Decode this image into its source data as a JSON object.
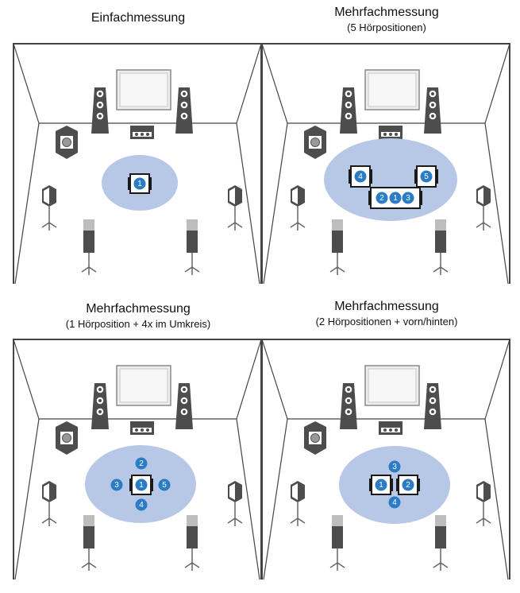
{
  "panels": [
    {
      "title": "Einfachmessung",
      "subtitle": "",
      "marks": [
        "1"
      ]
    },
    {
      "title": "Mehrfachmessung",
      "subtitle": "(5 Hörpositionen)",
      "marks": [
        "1",
        "2",
        "3",
        "4",
        "5"
      ]
    },
    {
      "title": "Mehrfachmessung",
      "subtitle": "(1 Hörposition + 4x im Umkreis)",
      "marks": [
        "1",
        "2",
        "3",
        "4",
        "5"
      ]
    },
    {
      "title": "Mehrfachmessung",
      "subtitle": "(2 Hörpositionen + vorn/hinten)",
      "marks": [
        "1",
        "2",
        "3",
        "4"
      ]
    }
  ],
  "colors": {
    "area": "#b7c7e6",
    "marker": "#2a7cc7",
    "speaker": "#4d4d4d",
    "screen": "#eeeeee",
    "room_line": "#444444"
  }
}
